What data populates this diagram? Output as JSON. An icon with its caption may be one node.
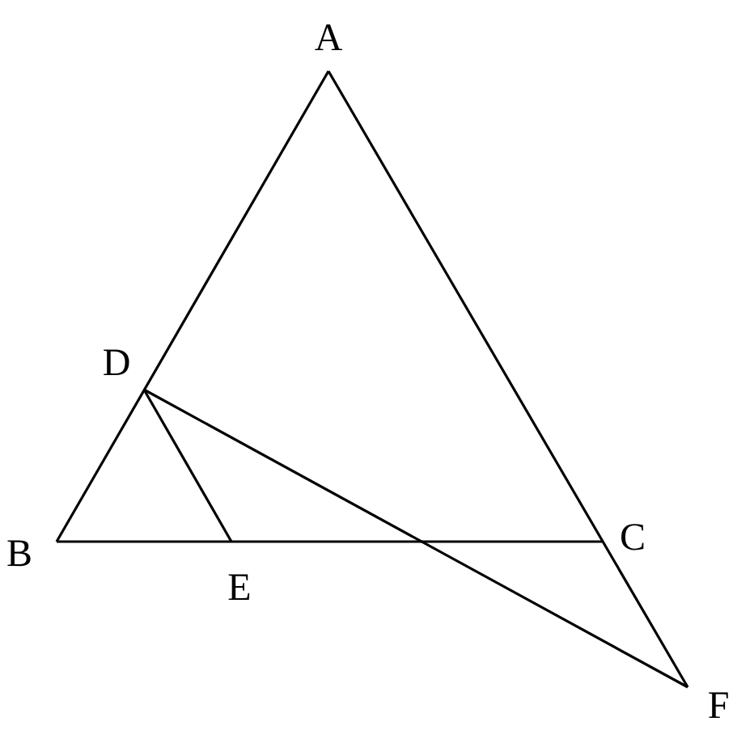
{
  "diagram": {
    "labels": [
      "A",
      "D",
      "B",
      "C",
      "E",
      "F"
    ]
  }
}
